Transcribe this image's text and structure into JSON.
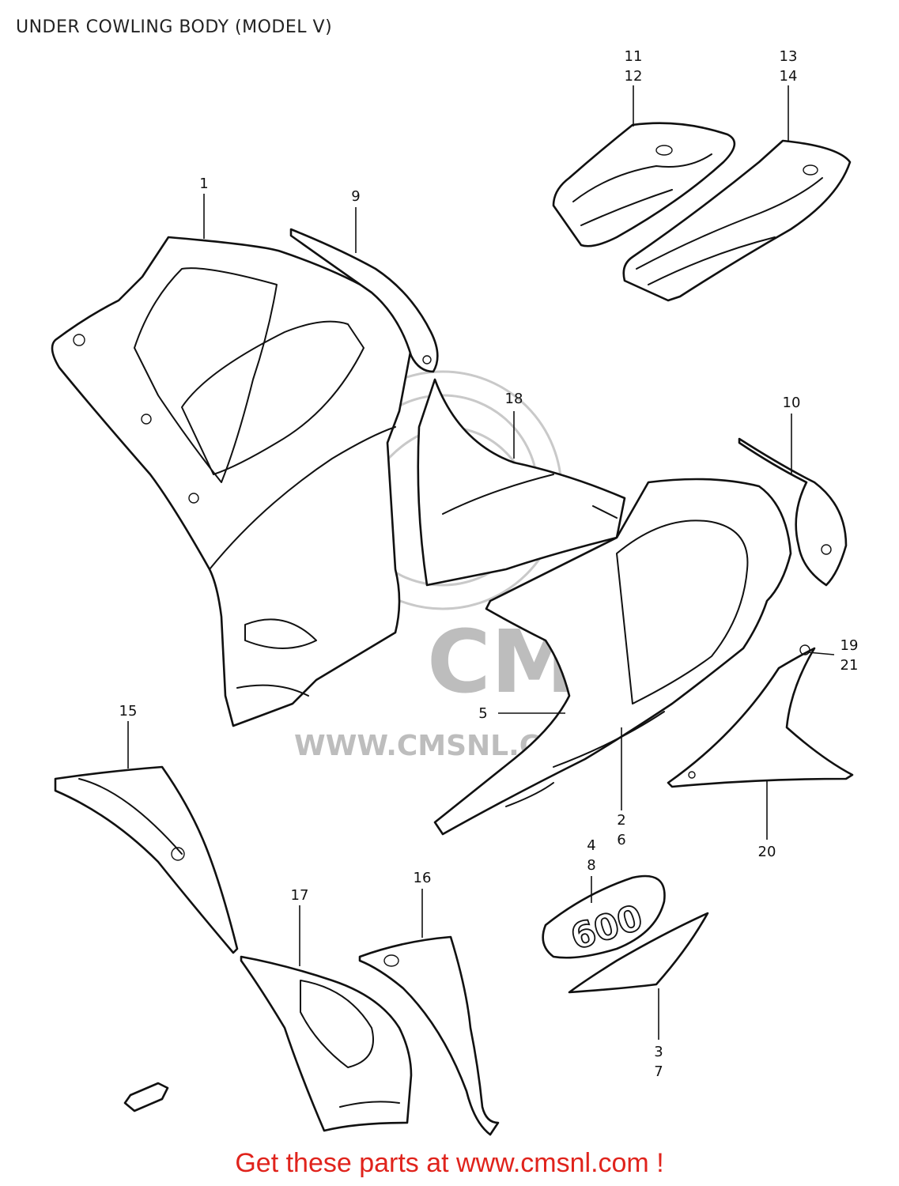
{
  "title": "UNDER COWLING BODY (MODEL V)",
  "callouts": {
    "c1": "1",
    "c9": "9",
    "c11": "11",
    "c12": "12",
    "c13": "13",
    "c14": "14",
    "c18": "18",
    "c10": "10",
    "c19": "19",
    "c21": "21",
    "c5": "5",
    "c15": "15",
    "c2": "2",
    "c6": "6",
    "c20": "20",
    "c4": "4",
    "c8": "8",
    "c16": "16",
    "c17": "17",
    "c3": "3",
    "c7": "7"
  },
  "emblem_text": "600",
  "watermark": {
    "logo": "CMS",
    "url": "WWW.CMSNL.COM"
  },
  "footer": "Get these parts at www.cmsnl.com !",
  "colors": {
    "footer": "#e0231c",
    "line": "#111111",
    "watermark": "#c0c0c0"
  }
}
